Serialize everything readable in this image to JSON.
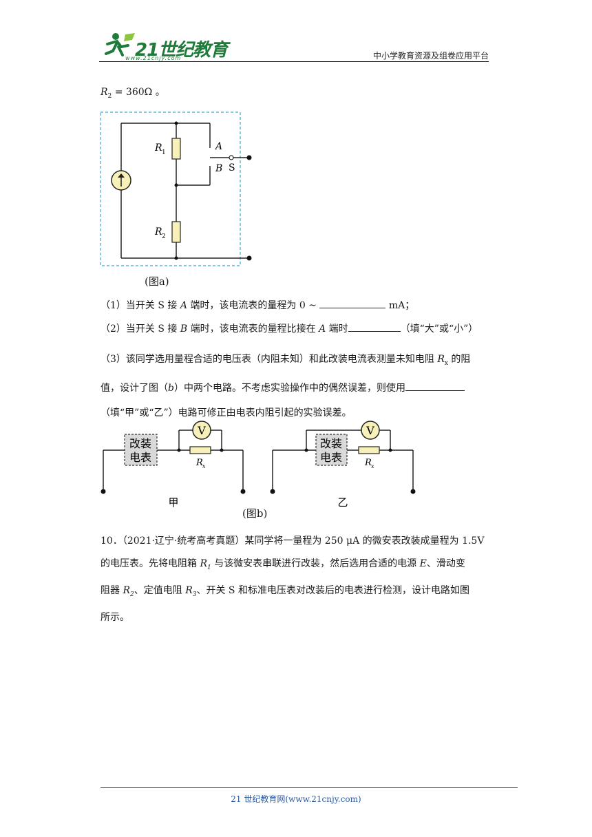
{
  "header": {
    "logo_text": "21世纪教育",
    "logo_url": "www.21cnjy.com",
    "right_text": "中小学教育资源及组卷应用平台"
  },
  "intro_line": {
    "var": "R",
    "sub": "2",
    "rest": " = 360Ω 。"
  },
  "figure_a": {
    "caption": "(图a)",
    "labels": {
      "r1": "R",
      "r1_sub": "1",
      "r2": "R",
      "r2_sub": "2",
      "a": "A",
      "b": "B",
      "s": "S"
    }
  },
  "questions": {
    "q1_prefix": "（1）当开关 S 接 ",
    "q1_term": "A",
    "q1_mid": " 端时，该电流表的量程为 0 ~ ",
    "q1_suffix": " mA；",
    "q2_prefix": "（2）当开关 S 接 ",
    "q2_term": "B",
    "q2_mid": " 端时，该电流表的量程比接在 ",
    "q2_term2": "A",
    "q2_mid2": " 端时",
    "q2_suffix": "（填“大”或“小”）",
    "q3_line1_prefix": "（3）该同学选用量程合适的电压表（内阻未知）和此改装电流表测量未知电阻 ",
    "q3_var": "R",
    "q3_var_sub": "x",
    "q3_line1_suffix": " 的阻",
    "q3_line2_prefix": "值，设计了图（",
    "q3_fig": "b",
    "q3_line2_mid": "）中两个电路。不考虑实验操作中的偶然误差，则使用",
    "q3_line3": "（填“甲”或“乙”）电路可修正由电表内阻引起的实验误差。"
  },
  "figure_b": {
    "caption": "(图b)",
    "left_label": "甲",
    "right_label": "乙",
    "box_line1": "改装",
    "box_line2": "电表",
    "voltmeter": "V",
    "rx": "R",
    "rx_sub": "x"
  },
  "problem10": {
    "line1": "10．（2021·辽宁·统考高考真题）某同学将一量程为 250 μA 的微安表改装成量程为 1.5V",
    "line2_a": "的电压表。先将电阻箱 ",
    "line2_r1": "R",
    "line2_r1_sub": "1",
    "line2_b": " 与该微安表串联进行改装，然后选用合适的电源 ",
    "line2_e": "E",
    "line2_c": "、滑动变",
    "line3_a": "阻器 ",
    "line3_r2": "R",
    "line3_r2_sub": "2",
    "line3_b": "、定值电阻 ",
    "line3_r3": "R",
    "line3_r3_sub": "3",
    "line3_c": "、开关 S 和标准电压表对改装后的电表进行检测，设计电路如图",
    "line4": "所示。"
  },
  "footer": {
    "text": "21 世纪教育网(www.21cnjy.com)"
  },
  "colors": {
    "resistor_fill": "#f7f0b8",
    "box_fill": "#d9d9d9",
    "dashed_border": "#35a6d8",
    "logo_green": "#1e7b3a",
    "footer_blue": "#2a5aa0"
  }
}
